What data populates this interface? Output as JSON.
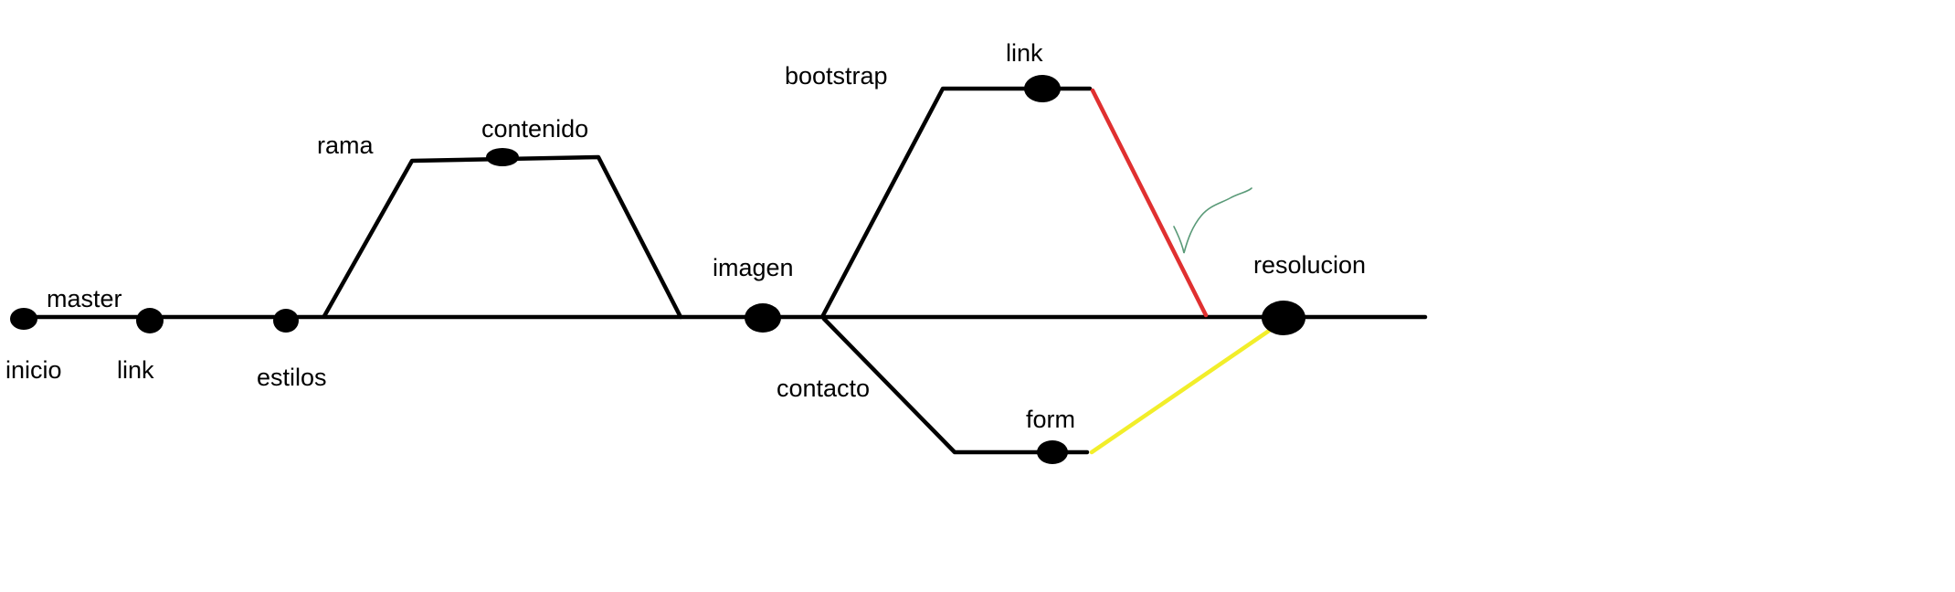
{
  "diagram": {
    "colors": {
      "line": "#000000",
      "merge_red": "#e03030",
      "merge_yellow": "#f2ee2a",
      "check_mark": "#5a9a78",
      "background": "#ffffff"
    },
    "branches": {
      "master": "master",
      "rama": "rama",
      "bootstrap": "bootstrap",
      "contacto": "contacto"
    },
    "commits": {
      "inicio": "inicio",
      "link_master": "link",
      "estilos": "estilos",
      "contenido": "contenido",
      "imagen": "imagen",
      "link_bootstrap": "link",
      "form": "form",
      "resolucion": "resolucion"
    }
  }
}
